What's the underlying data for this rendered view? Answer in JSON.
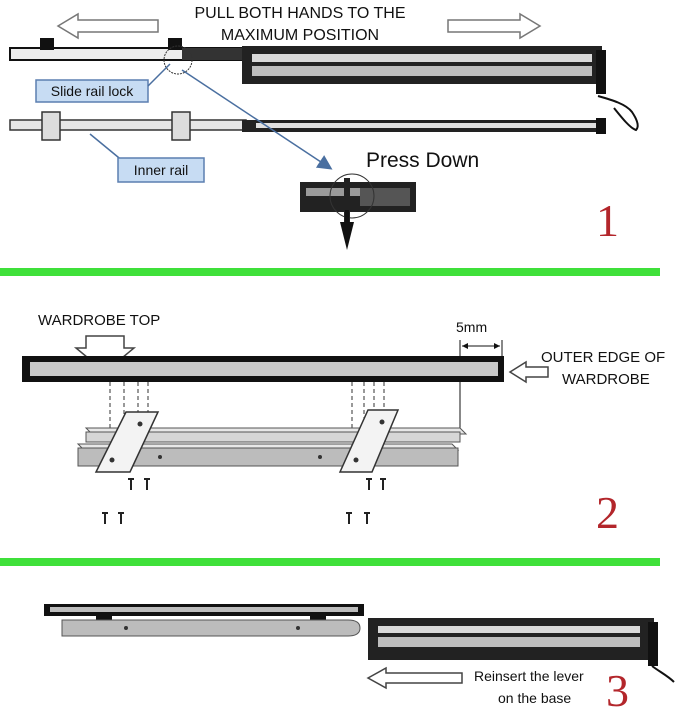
{
  "section1": {
    "title_line1": "PULL BOTH HANDS TO THE",
    "title_line2": "MAXIMUM POSITION",
    "slide_rail_lock": "Slide rail lock",
    "inner_rail": "Inner rail",
    "press_down": "Press Down",
    "step": "1"
  },
  "section2": {
    "wardrobe_top": "WARDROBE TOP",
    "gap": "5mm",
    "outer_edge_line1": "OUTER EDGE OF",
    "outer_edge_line2": "WARDROBE",
    "step": "2"
  },
  "section3": {
    "reinsert_line1": "Reinsert the lever",
    "reinsert_line2": "on the base",
    "step": "3"
  },
  "colors": {
    "divider": "#3fe03a",
    "callout_fill": "#c7dcf3",
    "callout_border": "#5b7fb0",
    "step_number": "#b3262b"
  }
}
